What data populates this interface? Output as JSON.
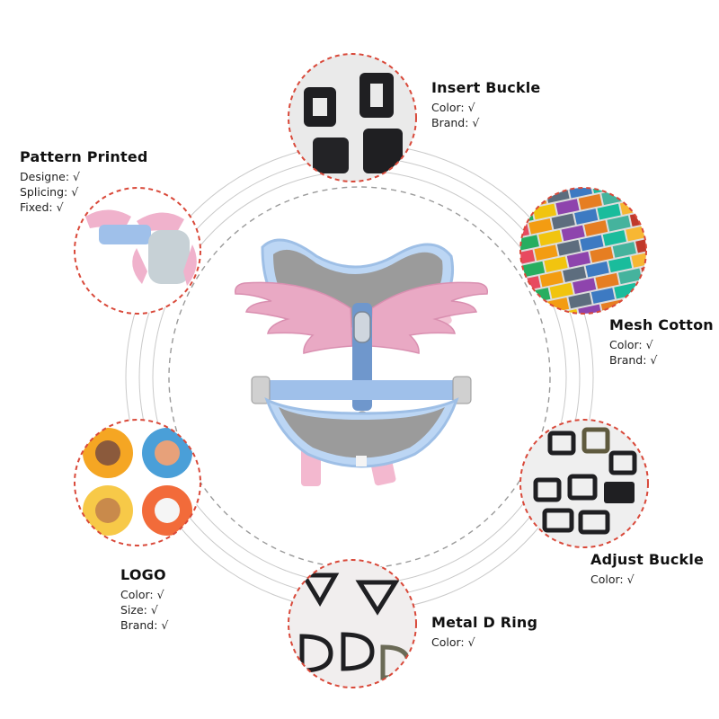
{
  "features": [
    {
      "id": "insert-buckle",
      "title": "Insert Buckle",
      "lines": [
        "Color: √",
        "Brand: √"
      ]
    },
    {
      "id": "pattern-printed",
      "title": "Pattern Printed",
      "lines": [
        "Designe: √",
        "Splicing: √",
        "Fixed: √"
      ]
    },
    {
      "id": "mesh-cotton",
      "title": "Mesh Cotton",
      "lines": [
        "Color: √",
        "Brand: √"
      ]
    },
    {
      "id": "logo",
      "title": "LOGO",
      "lines": [
        "Color: √",
        "Size: √",
        "Brand: √"
      ]
    },
    {
      "id": "adjust-buckle",
      "title": "Adjust Buckle",
      "lines": [
        "Color: √"
      ]
    },
    {
      "id": "metal-d-ring",
      "title": "Metal D Ring",
      "lines": [
        "Color: √"
      ]
    }
  ],
  "colors": {
    "dashed_ring": "#d9493a",
    "orbit_lines": "#bdbdbd",
    "inner_dashed": "#9a9a9a",
    "wing_pink": "#e9a9c4",
    "harness_blue": "#a9c8ee",
    "mesh_gray": "#9c9c9c"
  }
}
